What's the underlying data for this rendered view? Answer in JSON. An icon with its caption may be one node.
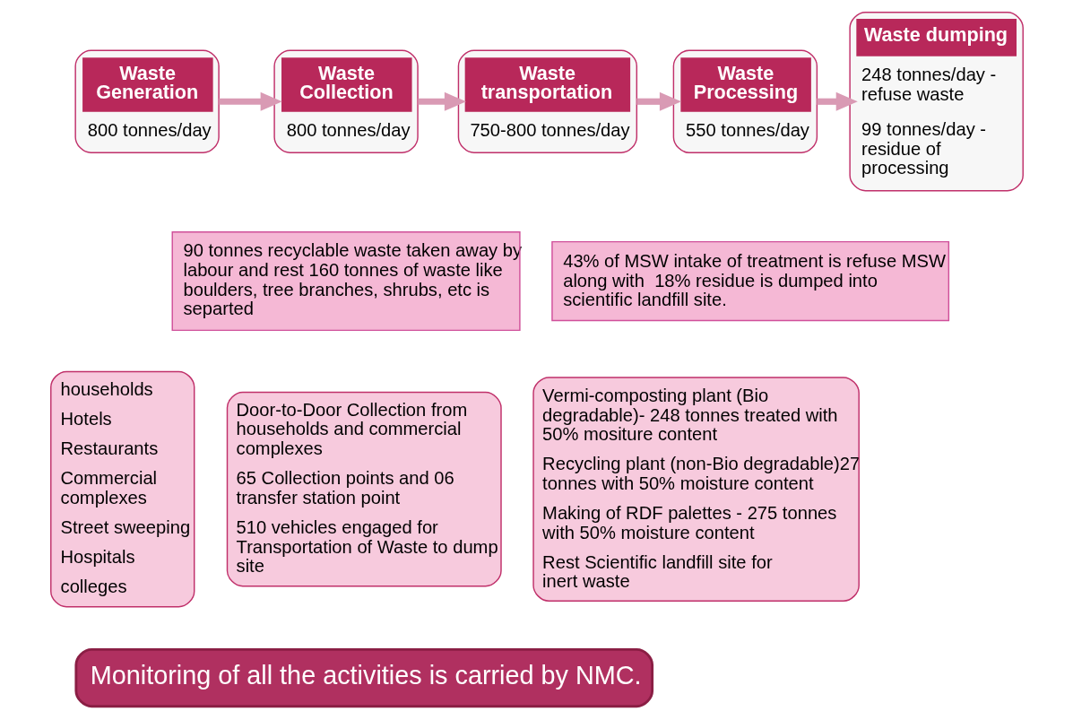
{
  "diagram": {
    "nodes": [
      {
        "text": [
          "Waste Generation",
          "800 tonnes/day"
        ]
      },
      {
        "text": [
          "Waste Collection",
          "800 tonnes/day"
        ]
      },
      {
        "text": [
          "Waste transportation",
          "750-800 tonnes/day"
        ]
      },
      {
        "text": [
          "Waste Processing",
          "550 tonnes/day"
        ]
      },
      {
        "text": [
          "Waste dumping",
          "248 tonnes/day - refuse waste",
          "99 tonnes/day - residue of processing"
        ]
      },
      {
        "text": [
          "90 tonnes recyclable waste taken away by labour and rest 160 tonnes of waste like boulders, tree branches, shrubs, etc is separted"
        ]
      },
      {
        "text": [
          "43% of MSW intake of treatment is refuse MSW along with  18% residue is dumped into scientific landfill site."
        ]
      },
      {
        "text": [
          "households",
          "Hotels",
          "Restaurants",
          "Commercial complexes",
          "Street sweeping",
          "Hospitals",
          "colleges"
        ]
      },
      {
        "text": [
          "Door-to-Door Collection from households and commercial complexes",
          "65 Collection points and 06 transfer station point",
          "510 vehicles engaged for Transportation of Waste to dump site"
        ]
      },
      {
        "text": [
          "Vermi-composting plant (Bio degradable)- 248 tonnes treated with 50% mositure content",
          "Recycling plant (non-Bio degradable)27 tonnes with 50% moisture content",
          "Making of RDF palettes - 275 tonnes with 50% moisture content",
          "Rest Scientific landfill site for inert waste"
        ]
      },
      {
        "text": [
          "Monitoring of all the activities is carried by NMC."
        ]
      }
    ],
    "edges": [
      {
        "from": 0,
        "to": 1,
        "arrow": "to"
      },
      {
        "from": 1,
        "to": 2,
        "arrow": "to"
      },
      {
        "from": 2,
        "to": 3,
        "arrow": "to"
      },
      {
        "from": 3,
        "to": 4,
        "arrow": "to"
      }
    ]
  }
}
